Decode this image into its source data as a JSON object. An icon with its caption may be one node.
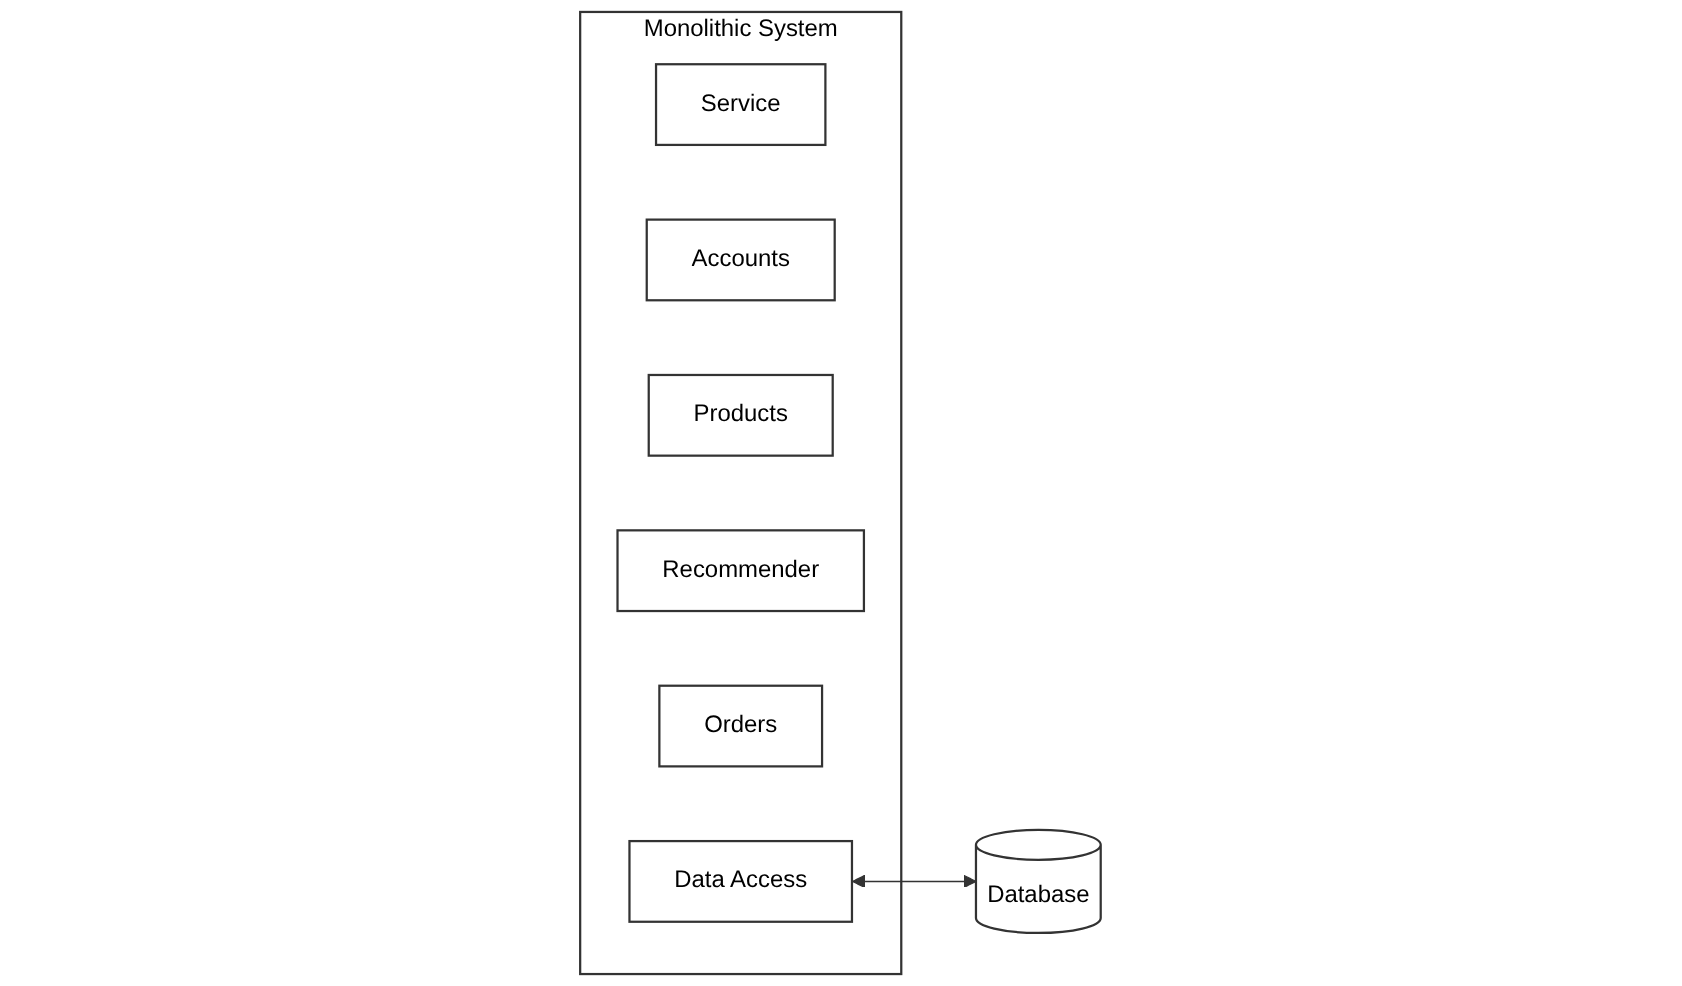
{
  "diagram": {
    "nodes": [
      {
        "text": [
          "Monolithic System"
        ]
      },
      {
        "text": [
          "Service"
        ],
        "in": 0
      },
      {
        "text": [
          "Accounts"
        ],
        "in": 0
      },
      {
        "text": [
          "Products"
        ],
        "in": 0
      },
      {
        "text": [
          "Recommender"
        ],
        "in": 0
      },
      {
        "text": [
          "Orders"
        ],
        "in": 0
      },
      {
        "text": [
          "Data Access"
        ],
        "in": 0
      },
      {
        "text": [
          "Database"
        ]
      }
    ],
    "edges": [
      {
        "from": 6,
        "to": 7,
        "arrow": "both"
      }
    ]
  }
}
